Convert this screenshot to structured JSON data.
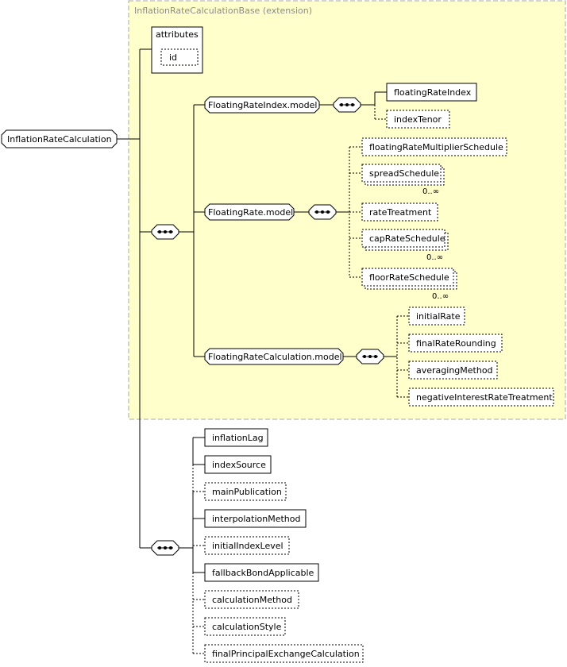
{
  "extension": {
    "label": "InflationRateCalculationBase (extension)"
  },
  "root": {
    "label": "InflationRateCalculation"
  },
  "attributes": {
    "title": "attributes",
    "items": [
      "id"
    ]
  },
  "groups": {
    "floatingRateIndexModel": {
      "label": "FloatingRateIndex.model",
      "children": [
        "floatingRateIndex",
        "indexTenor"
      ]
    },
    "floatingRateModel": {
      "label": "FloatingRate.model",
      "children": [
        "floatingRateMultiplierSchedule",
        "spreadSchedule",
        "rateTreatment",
        "capRateSchedule",
        "floorRateSchedule"
      ]
    },
    "floatingRateCalculationModel": {
      "label": "FloatingRateCalculation.model",
      "children": [
        "initialRate",
        "finalRateRounding",
        "averagingMethod",
        "negativeInterestRateTreatment"
      ]
    }
  },
  "inflationSequence": [
    "inflationLag",
    "indexSource",
    "mainPublication",
    "interpolationMethod",
    "initialIndexLevel",
    "fallbackBondApplicable",
    "calculationMethod",
    "calculationStyle",
    "finalPrincipalExchangeCalculation"
  ],
  "cardinalities": {
    "spreadSchedule": "0..∞",
    "capRateSchedule": "0..∞",
    "floorRateSchedule": "0..∞"
  },
  "colors": {
    "extension_fill": "#ffffcc",
    "extension_border": "#a8a8a8",
    "box_fill": "#ffffff",
    "line": "#000000"
  }
}
